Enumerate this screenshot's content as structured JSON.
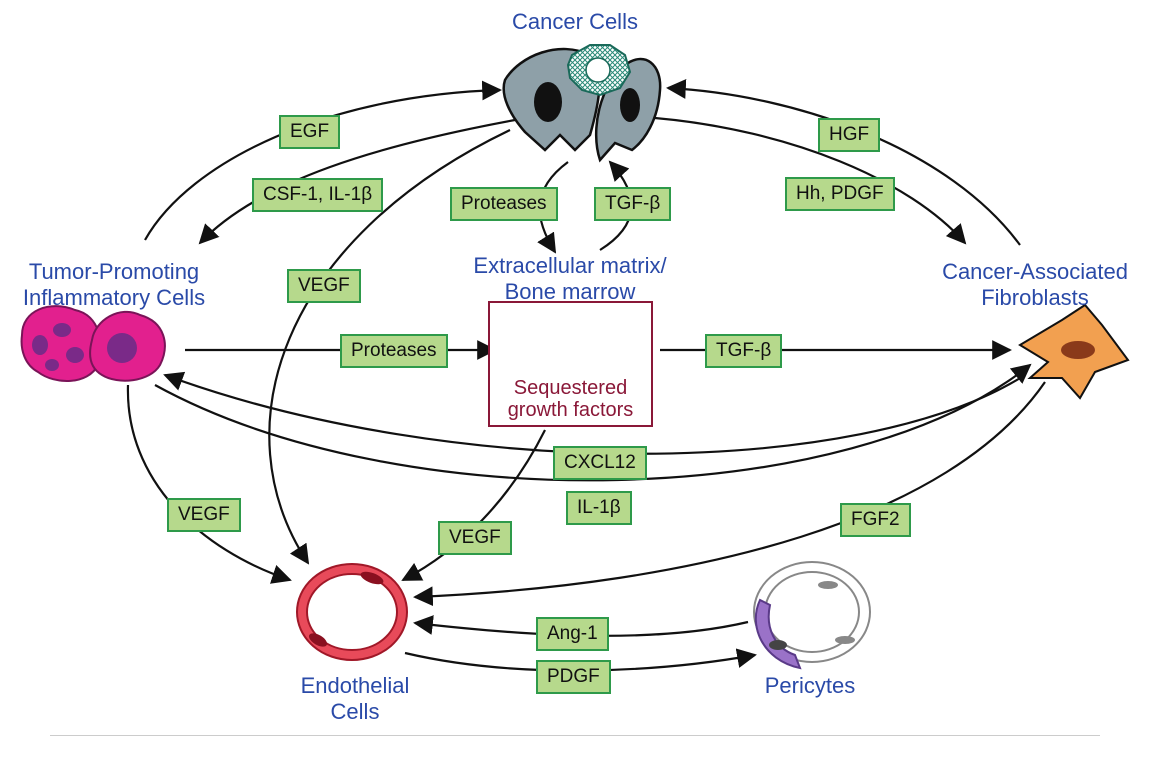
{
  "nodes": {
    "cancer_cells": "Cancer Cells",
    "inflammatory": [
      "Tumor-Promoting",
      "Inflammatory Cells"
    ],
    "ecm": [
      "Extracellular matrix/",
      "Bone marrow"
    ],
    "fibroblasts": [
      "Cancer-Associated",
      "Fibroblasts"
    ],
    "endothelial": [
      "Endothelial",
      "Cells"
    ],
    "pericytes": "Pericytes",
    "sequestered": [
      "Sequestered",
      "growth factors"
    ]
  },
  "signals": {
    "egf": "EGF",
    "csf_il1b": "CSF-1, IL-1β",
    "vegf_cancer": "VEGF",
    "proteases_cancer": "Proteases",
    "tgfb_cancer": "TGF-β",
    "hgf": "HGF",
    "hh_pdgf": "Hh, PDGF",
    "proteases_inflam": "Proteases",
    "tgfb_fibro": "TGF-β",
    "cxcl12": "CXCL12",
    "il1b": "IL-1β",
    "vegf_inflam": "VEGF",
    "vegf_ecm": "VEGF",
    "fgf2": "FGF2",
    "ang1": "Ang-1",
    "pdgf": "PDGF"
  },
  "colors": {
    "label_text": "#2a4aa8",
    "tag_fill": "#b6d98c",
    "tag_border": "#2e9a4a",
    "ecm_text": "#8a1838",
    "inflammatory_cell": "#e2208e",
    "cancer_cell": "#8ea0a8",
    "fibroblast": "#f2a050",
    "endothelial": "#e84a5a",
    "pericyte": "#9a72c8"
  }
}
